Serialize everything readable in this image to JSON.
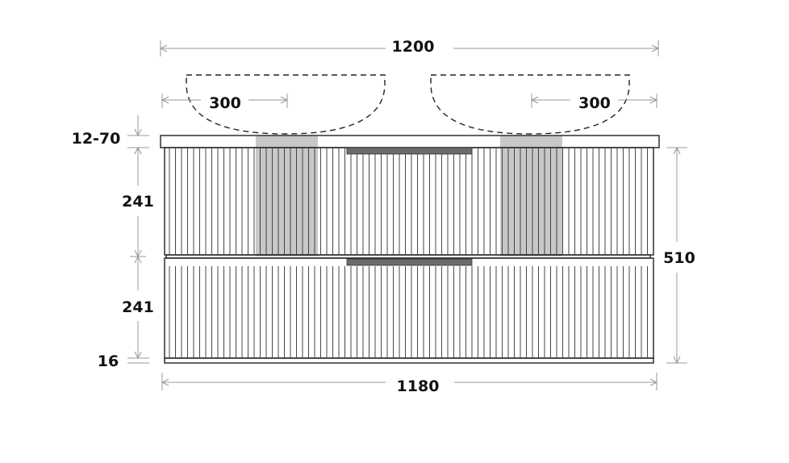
{
  "dimensions": {
    "overall_width": "1200",
    "basin_left_width": "300",
    "basin_right_width": "300",
    "top_thickness": "12-70",
    "drawer_top_height": "241",
    "drawer_bottom_height": "241",
    "plinth_height": "16",
    "cabinet_height": "510",
    "cabinet_width": "1180"
  },
  "colors": {
    "dimension_line": "#9a9a9a",
    "outline": "#222222",
    "handle": "#6b6b6b",
    "waste_pipe": "#c8c8c8"
  }
}
